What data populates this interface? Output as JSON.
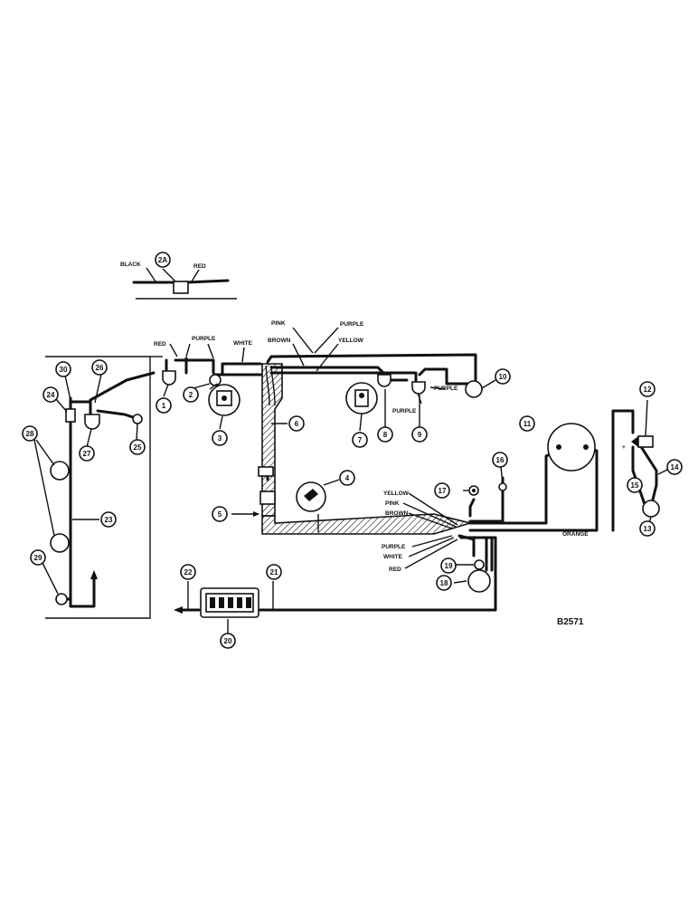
{
  "drawing_ref": "B2571",
  "callouts": {
    "c1": "1",
    "c2": "2",
    "c2a": "2A",
    "c3": "3",
    "c4": "4",
    "c5": "5",
    "c6": "6",
    "c7": "7",
    "c8": "8",
    "c9": "9",
    "c10": "10",
    "c11": "11",
    "c12": "12",
    "c13": "13",
    "c14": "14",
    "c15": "15",
    "c16": "16",
    "c17": "17",
    "c18": "18",
    "c19": "19",
    "c20": "20",
    "c21": "21",
    "c22": "22",
    "c23": "23",
    "c24": "24",
    "c25": "25",
    "c26": "26",
    "c27": "27",
    "c28": "28",
    "c29": "29",
    "c30": "30"
  },
  "wire_labels": {
    "black": "BLACK",
    "red": "RED",
    "red_left": "RED",
    "purple_left": "PURPLE",
    "white_top": "WHITE",
    "pink_top": "PINK",
    "purple_top": "PURPLE",
    "brown_top": "BROWN",
    "yellow_top": "YELLOW",
    "purple_right_1": "PURPLE",
    "purple_right_2": "PURPLE",
    "yellow_bottom": "YELLOW",
    "pink_bottom": "PINK",
    "brown_bottom": "BROWN",
    "purple_bottom": "PURPLE",
    "white_bottom": "WHITE",
    "red_bottom": "RED",
    "orange": "ORANGE"
  },
  "polarity": {
    "plus": "+",
    "minus": "-"
  }
}
